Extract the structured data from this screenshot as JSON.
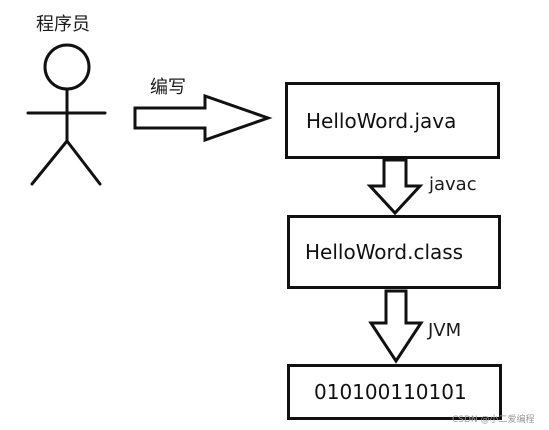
{
  "actor": {
    "title": "程序员"
  },
  "arrows": {
    "write": {
      "label": "编写"
    },
    "compile": {
      "label": "javac"
    },
    "run": {
      "label": "JVM"
    }
  },
  "boxes": {
    "source_file": "HelloWord.java",
    "class_file": "HelloWord.class",
    "bytecode": "010100110101"
  },
  "watermark": "CSDN @小二爱编程",
  "colors": {
    "stroke": "#111111",
    "background": "#ffffff",
    "watermark": "#9a9a9a"
  }
}
